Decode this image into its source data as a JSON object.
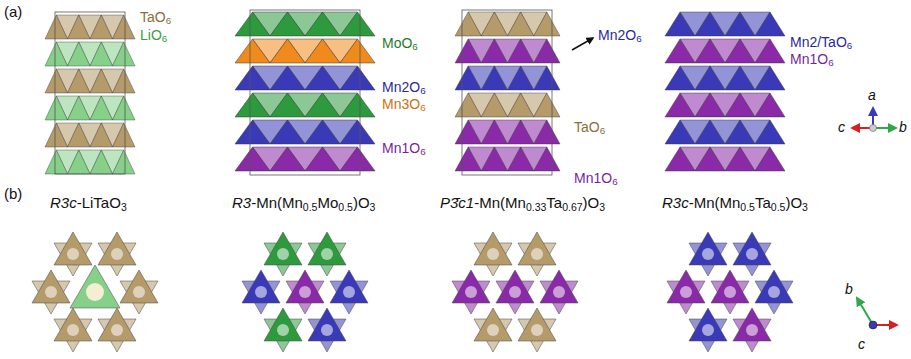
{
  "diagram": {
    "labels": [
      "(a)",
      "TaO6",
      "LiO6",
      "MoO6",
      "Mn2O6",
      "Mn3O6",
      "Mn1O6",
      "Mn2O6",
      "TaO6",
      "Mn1O6",
      "Mn2/TaO6",
      "Mn1O6",
      "a",
      "c",
      "b",
      "(b)",
      "R3c-LiTaO3",
      "R3-Mn(Mn0.5Mo0.5)O3",
      "P3̄c1-Mn(Mn0.33Ta0.67)O3",
      "R3c-Mn(Mn0.5Ta0.5)O3",
      "b",
      "c"
    ]
  }
}
